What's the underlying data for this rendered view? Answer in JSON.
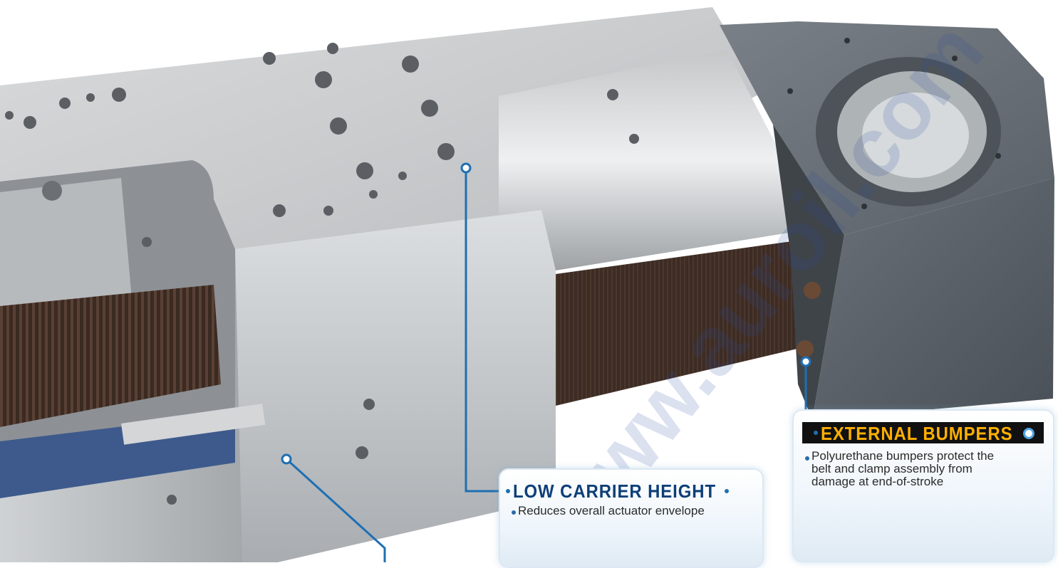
{
  "callouts": {
    "carrier": {
      "title": "LOW CARRIER HEIGHT",
      "text": "Reduces overall actuator envelope"
    },
    "bumpers": {
      "title": "EXTERNAL BUMPERS",
      "text": "Polyurethane bumpers protect the\nbelt and clamp assembly from\ndamage at end-of-stroke"
    }
  },
  "watermark": "www.auroil.com",
  "colors": {
    "leader_line": "#1f6fb2",
    "title_blue": "#0d3f78",
    "title_orange": "#ffb000",
    "title_bar_dark": "#111111"
  }
}
